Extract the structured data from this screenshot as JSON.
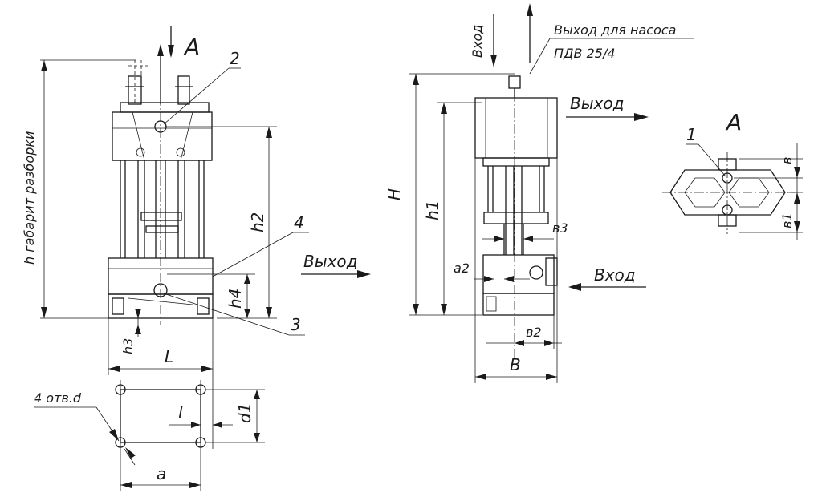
{
  "labels": {
    "view_a_top": "A",
    "view_a_side": "A",
    "h_disassembly": "h габарит разборки",
    "h2": "h2",
    "h3": "h3",
    "h4": "h4",
    "L": "L",
    "l": "l",
    "a": "a",
    "d1": "d1",
    "holes": "4 отв.d",
    "H": "H",
    "h1": "h1",
    "B": "B",
    "b": "в",
    "b1": "в1",
    "b2": "в2",
    "b3": "в3",
    "a2": "a2",
    "num1": "1",
    "num2": "2",
    "num3": "3",
    "num4": "4"
  },
  "flows": {
    "outlet_left": "Выход",
    "inlet_top": "Вход",
    "outlet_pump_line1": "Выход для насоса",
    "outlet_pump_line2": "ПДВ 25/4",
    "outlet_right": "Выход",
    "inlet_right": "Вход"
  }
}
